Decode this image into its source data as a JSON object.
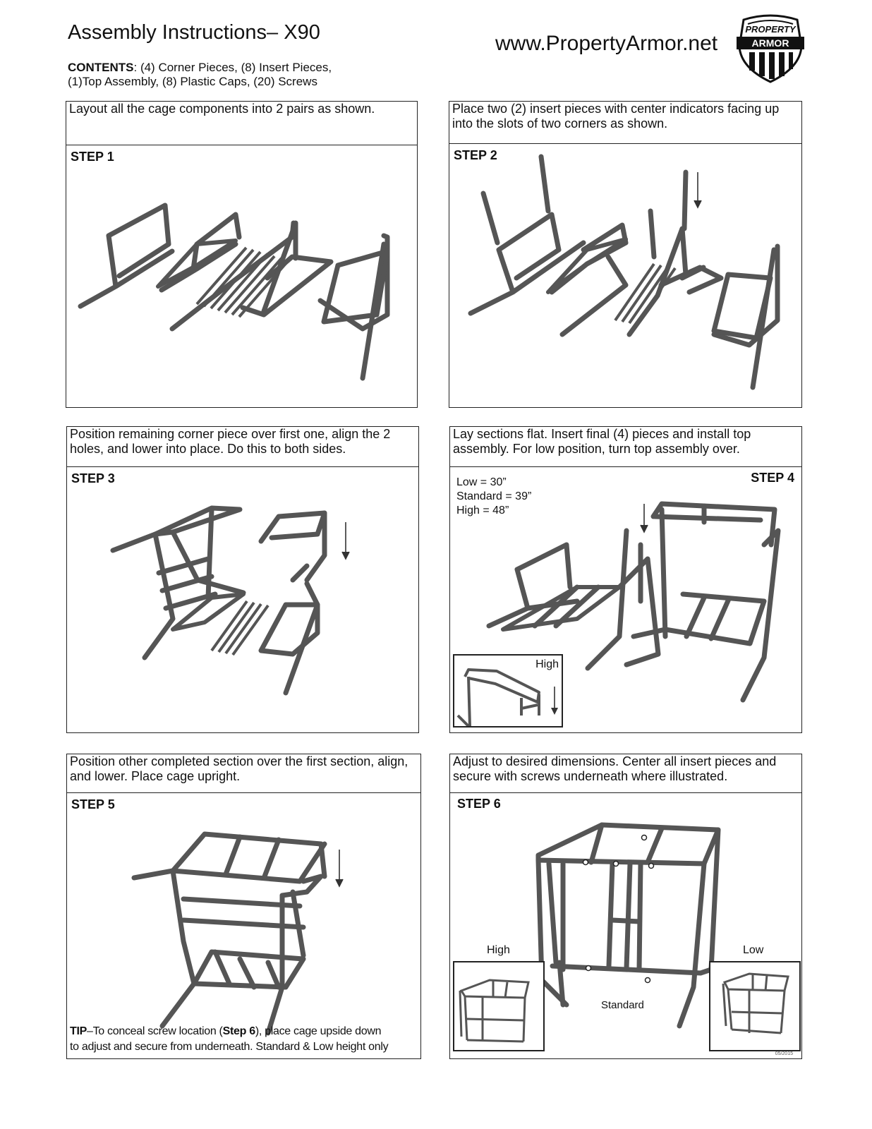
{
  "header": {
    "title": "Assembly Instructions– X90",
    "website": "www.PropertyArmor.net",
    "contents_label": "CONTENTS",
    "contents_line1": ": (4) Corner Pieces, (8) Insert Pieces,",
    "contents_line2": "(1)Top Assembly, (8) Plastic Caps, (20) Screws",
    "logo_top": "PROPERTY",
    "logo_band": "ARMOR"
  },
  "steps": [
    {
      "label": "STEP 1",
      "caption": "Layout all the cage components into 2 pairs as shown."
    },
    {
      "label": "STEP 2",
      "caption": "Place two (2) insert pieces with center indicators facing up into the slots of two corners as shown."
    },
    {
      "label": "STEP 3",
      "caption": "Position remaining corner piece over first one, align the 2 holes, and lower into place. Do this to both sides."
    },
    {
      "label": "STEP 4",
      "caption": "Lay sections flat. Insert final (4) pieces and install top assembly. For low position, turn top assembly over."
    },
    {
      "label": "STEP 5",
      "caption": "Position other completed section over the first section, align, and lower. Place cage upright."
    },
    {
      "label": "STEP 6",
      "caption": "Adjust to desired dimensions. Center all insert pieces and secure with screws underneath where illustrated."
    }
  ],
  "step4": {
    "heights": [
      "Low = 30”",
      "Standard = 39”",
      "High = 48”"
    ],
    "inset_label": "High"
  },
  "step5": {
    "tip_bold": "TIP",
    "tip_text1": "–To conceal screw location (",
    "tip_step": "Step 6",
    "tip_text2": "),   place cage upside down",
    "tip_line2": "to adjust and secure from underneath. Standard & Low height only"
  },
  "step6": {
    "high_label": "High",
    "low_label": "Low",
    "standard_label": "Standard",
    "date": "05/2015"
  }
}
